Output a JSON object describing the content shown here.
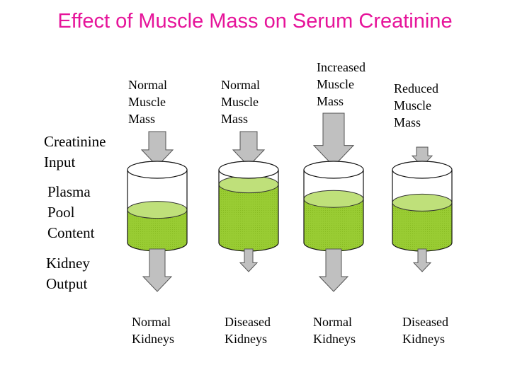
{
  "title": "Effect of Muscle Mass on Serum Creatinine",
  "side_labels": {
    "input": [
      "Creatinine",
      "Input"
    ],
    "pool": [
      "Plasma",
      "Pool",
      "Content"
    ],
    "output": [
      "Kidney",
      "Output"
    ]
  },
  "columns": [
    {
      "muscle": [
        "Normal",
        "Muscle",
        "Mass"
      ],
      "kidneys": [
        "Normal",
        "Kidneys"
      ],
      "input_level": "normal",
      "output_level": "normal",
      "fill_fraction": 0.45
    },
    {
      "muscle": [
        "Normal",
        "Muscle",
        "Mass"
      ],
      "kidneys": [
        "Diseased",
        "Kidneys"
      ],
      "input_level": "normal",
      "output_level": "reduced",
      "fill_fraction": 0.8
    },
    {
      "muscle": [
        "Increased",
        "Muscle",
        "Mass"
      ],
      "kidneys": [
        "Normal",
        "Kidneys"
      ],
      "input_level": "increased",
      "output_level": "normal",
      "fill_fraction": 0.6
    },
    {
      "muscle": [
        "Reduced",
        "Muscle",
        "Mass"
      ],
      "kidneys": [
        "Diseased",
        "Kidneys"
      ],
      "input_level": "reduced",
      "output_level": "reduced",
      "fill_fraction": 0.55
    }
  ],
  "colors": {
    "title": "#e6149a",
    "liquid": "#99cc33",
    "liquid_top": "#bfe07a",
    "arrow": "#c0c0c0"
  }
}
